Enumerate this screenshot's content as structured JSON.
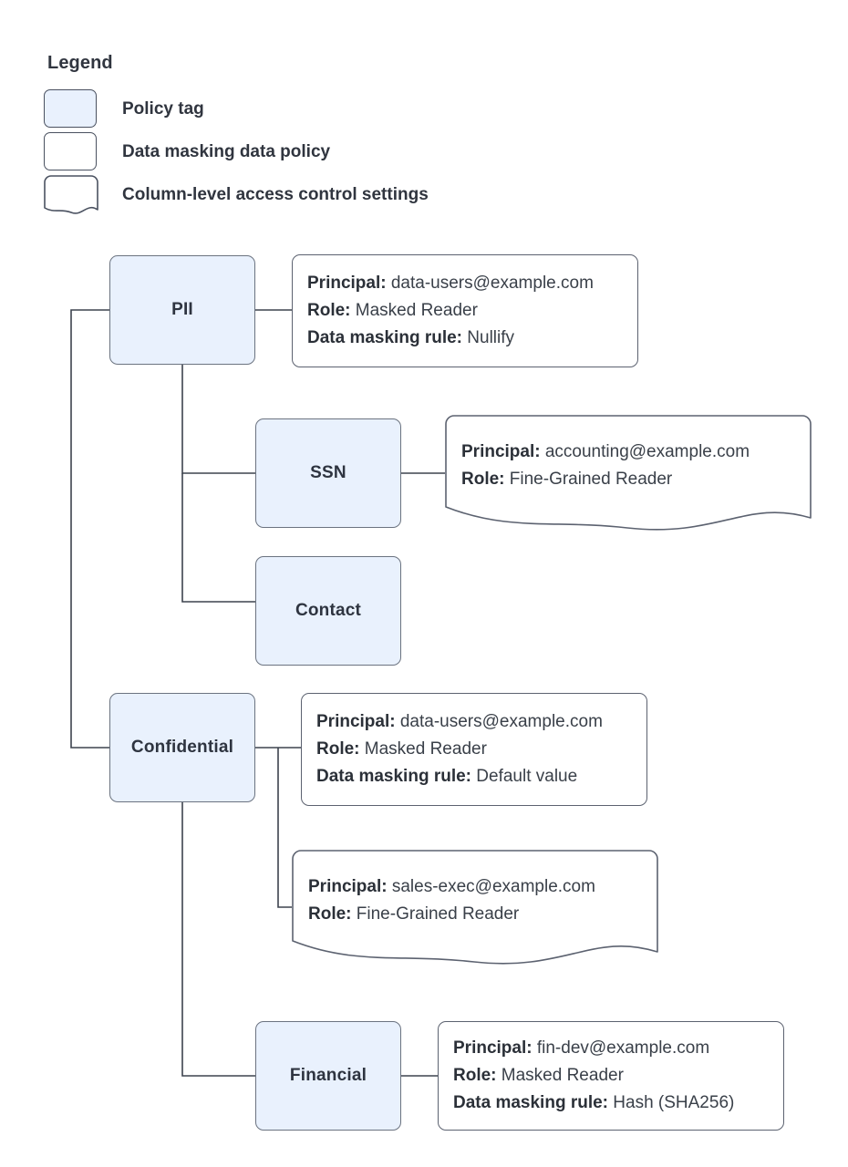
{
  "legend": {
    "title": "Legend",
    "items": [
      {
        "swatch": "policy-tag-swatch",
        "label": "Policy tag"
      },
      {
        "swatch": "data-masking-policy-swatch",
        "label": "Data masking data policy"
      },
      {
        "swatch": "column-access-settings-swatch",
        "label": "Column-level access control settings"
      }
    ]
  },
  "colors": {
    "policy_tag_fill": "#e9f1fd",
    "policy_tag_stroke": "#6b7380",
    "box_stroke": "#5c6270",
    "text": "#30353f",
    "connector": "#3d434e",
    "background": "#ffffff"
  },
  "nodes": {
    "pii": "PII",
    "ssn": "SSN",
    "contact": "Contact",
    "confidential": "Confidential",
    "financial": "Financial"
  },
  "labels": {
    "principal": "Principal:",
    "role": "Role:",
    "data_masking_rule": "Data masking rule:"
  },
  "policies": {
    "pii": {
      "principal": "data-users@example.com",
      "role": "Masked Reader",
      "data_masking_rule": "Nullify"
    },
    "ssn": {
      "principal": "accounting@example.com",
      "role": "Fine-Grained Reader"
    },
    "confidential": {
      "principal": "data-users@example.com",
      "role": "Masked Reader",
      "data_masking_rule": "Default value"
    },
    "confidential_sales": {
      "principal": "sales-exec@example.com",
      "role": "Fine-Grained Reader"
    },
    "financial": {
      "principal": "fin-dev@example.com",
      "role": "Masked Reader",
      "data_masking_rule": "Hash (SHA256)"
    }
  }
}
